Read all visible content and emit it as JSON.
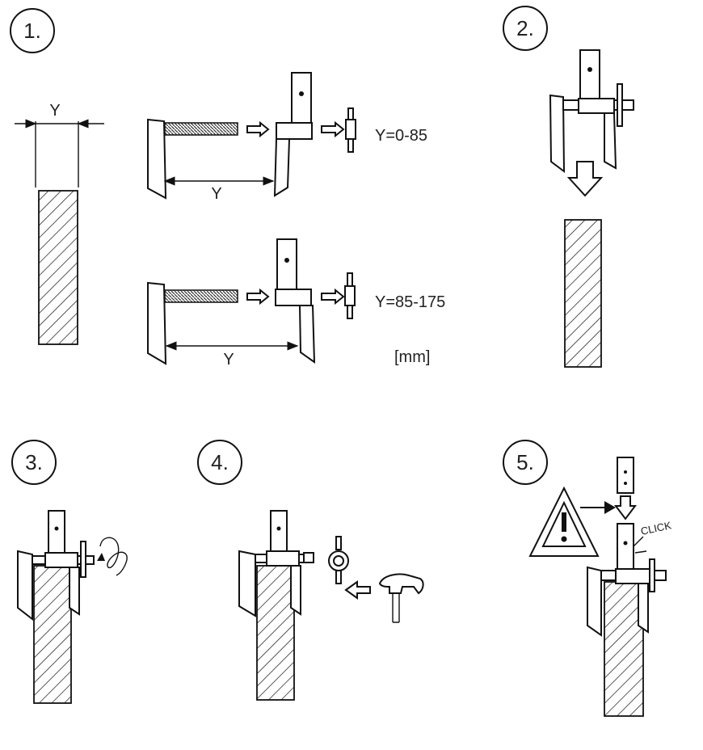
{
  "steps": [
    "1.",
    "2.",
    "3.",
    "4.",
    "5."
  ],
  "dimension_label": "Y",
  "ranges": [
    "Y=0-85",
    "Y=85-175"
  ],
  "unit": "[mm]",
  "click_label": "CLICK",
  "icons": [
    "warning-triangle-icon",
    "hammer-icon",
    "rotation-arrow-icon",
    "arrow-left-icon",
    "arrow-down-icon",
    "arrow-right-icon"
  ]
}
